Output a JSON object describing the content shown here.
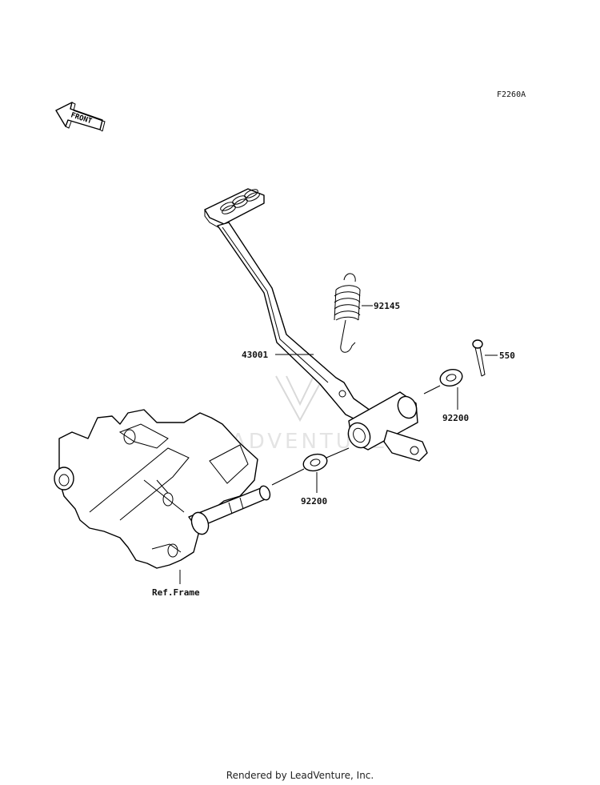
{
  "diagram_code": "F2260A",
  "front_arrow": {
    "text": "FRONT"
  },
  "parts": [
    {
      "number": "43001"
    },
    {
      "number": "92145"
    },
    {
      "number": "550"
    },
    {
      "number": "92200"
    },
    {
      "number": "92200"
    }
  ],
  "reference": {
    "label": "Ref.Frame"
  },
  "watermark": {
    "text": "LEADVENTURE"
  },
  "footer": {
    "text": "Rendered by LeadVenture, Inc."
  }
}
